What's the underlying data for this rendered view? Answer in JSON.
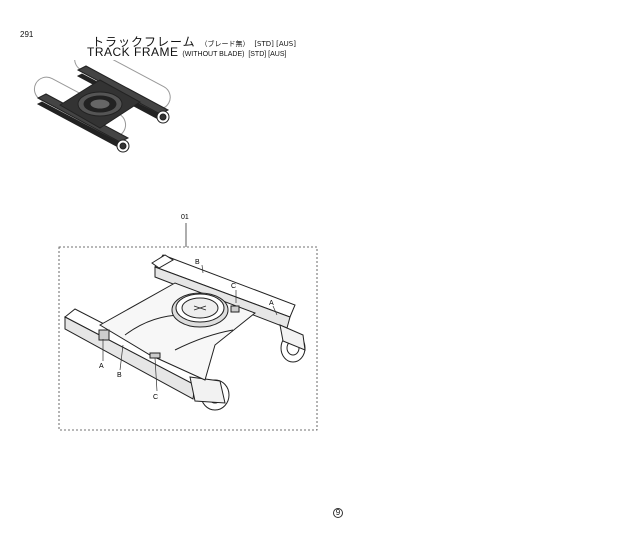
{
  "page_number": "291",
  "title_jp": {
    "main": "トラックフレーム",
    "note": "（ブレード無）",
    "tags": "[STD] [AUS]"
  },
  "title_en": {
    "main": "TRACK  FRAME",
    "note": "(WITHOUT BLADE)",
    "tags": "[STD] [AUS]"
  },
  "callouts": {
    "part_01": "01",
    "a_right": "A",
    "a_left": "A",
    "b_top": "B",
    "b_left": "B",
    "c_top": "C",
    "c_bottom": "C"
  },
  "footer_mark": "9"
}
